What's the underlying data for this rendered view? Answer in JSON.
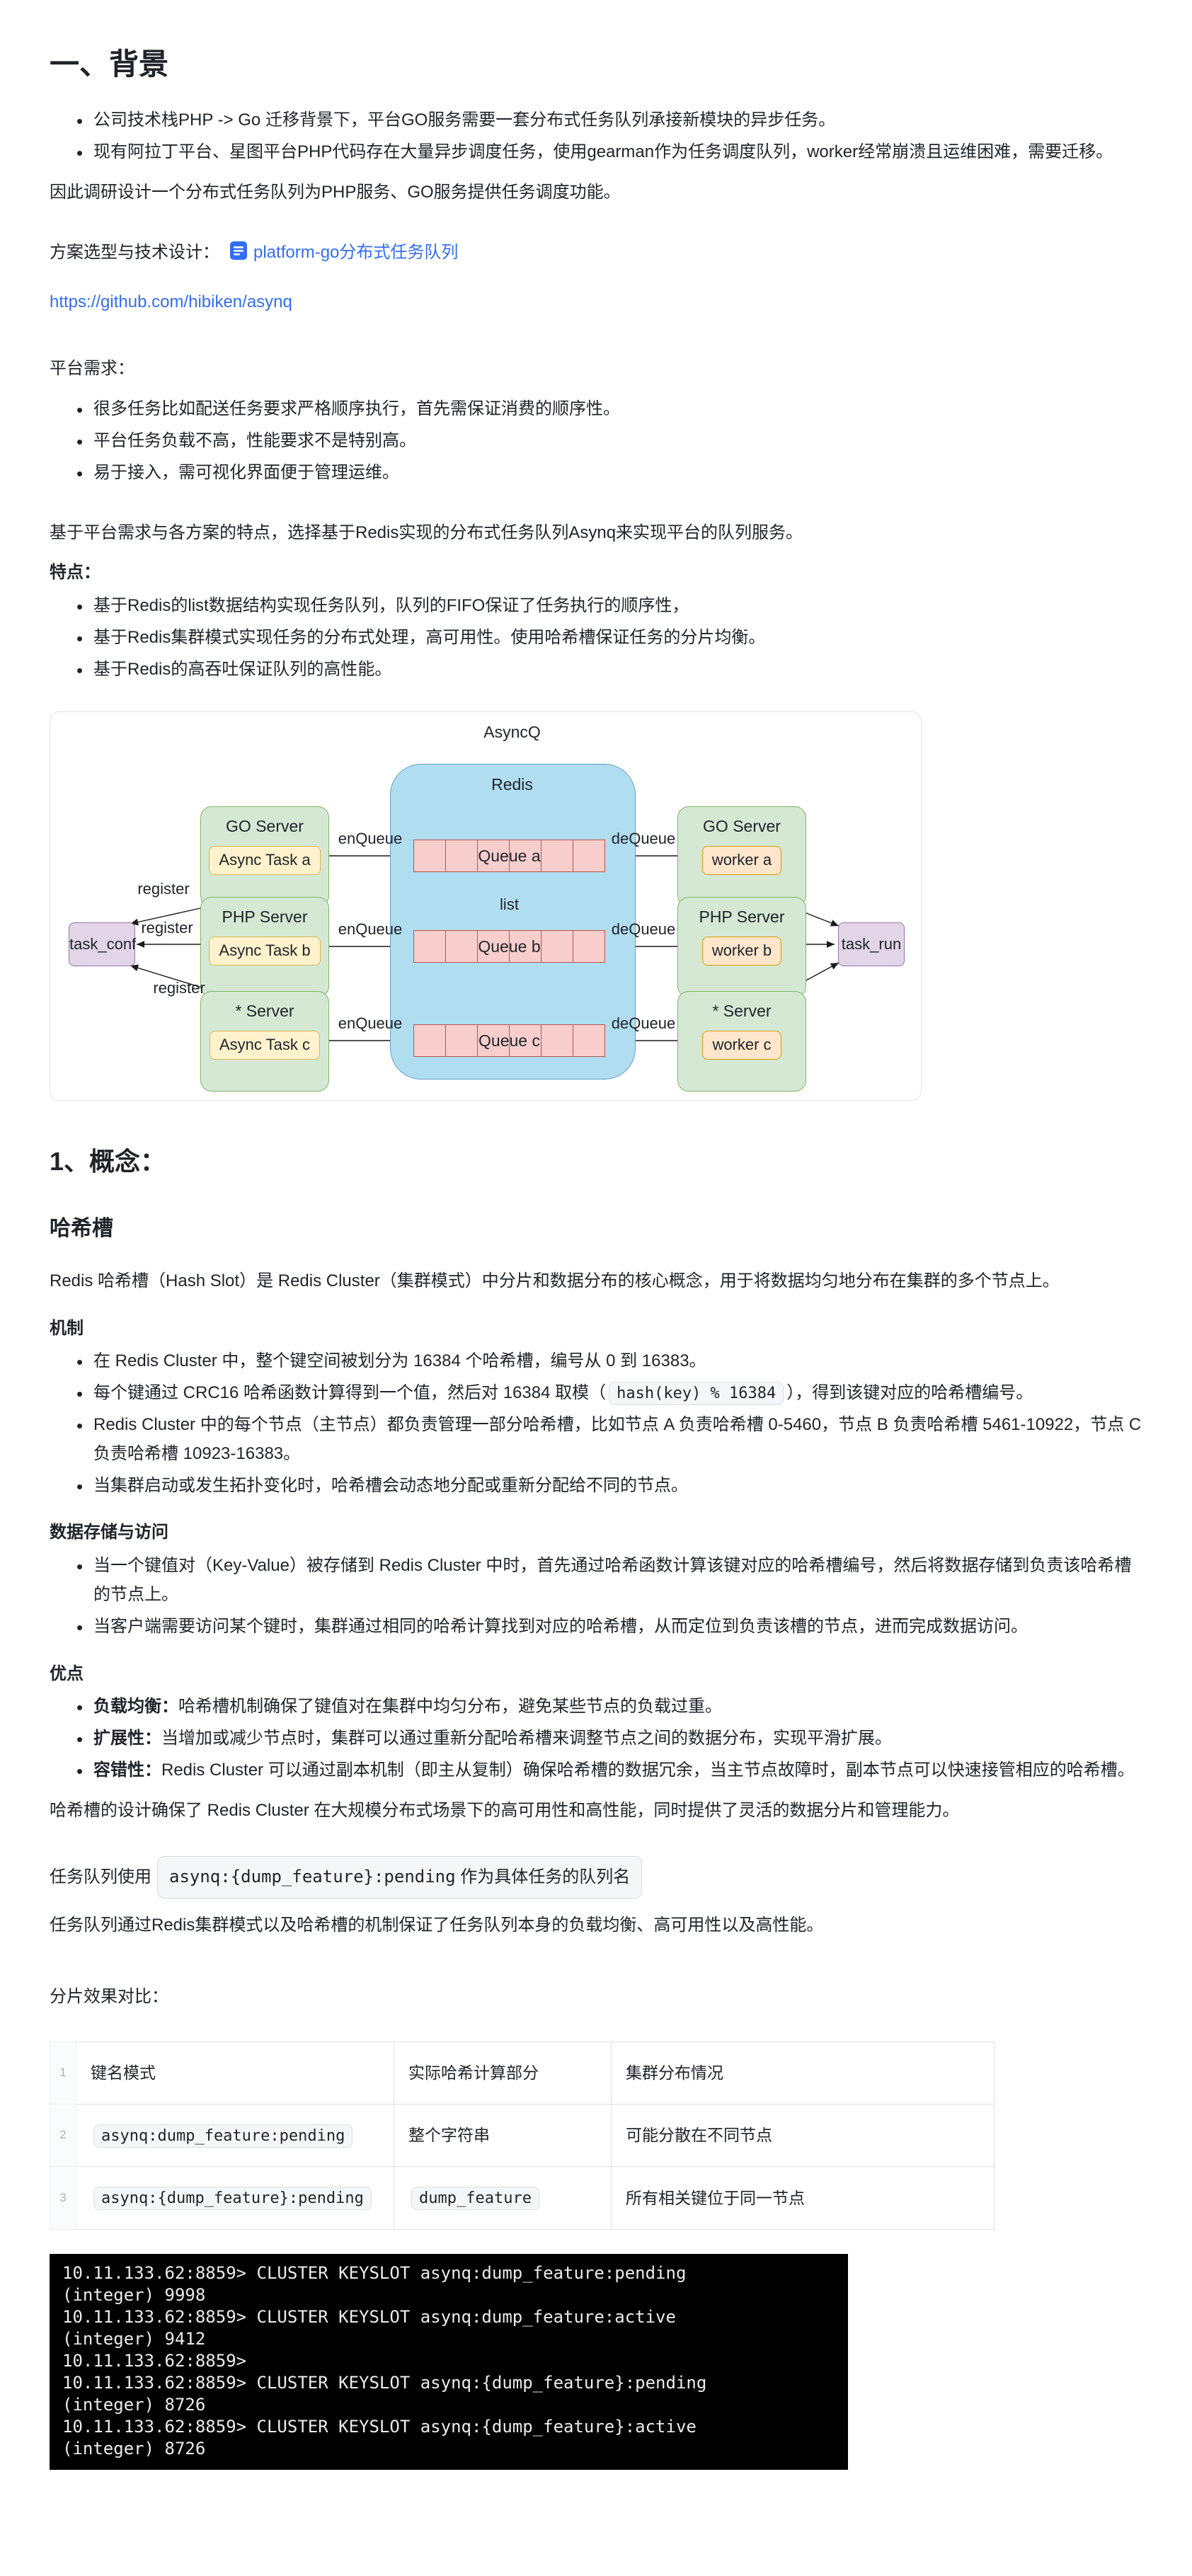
{
  "page": {
    "text_color": "#1f2329",
    "link_color": "#336df4",
    "terminal_bg": "#000000"
  },
  "background": {
    "heading": "一、背景",
    "bullets": [
      "公司技术栈PHP -> Go 迁移背景下，平台GO服务需要一套分布式任务队列承接新模块的异步任务。",
      "现有阿拉丁平台、星图平台PHP代码存在大量异步调度任务，使用gearman作为任务调度队列，worker经常崩溃且运维困难，需要迁移。"
    ],
    "conclusion": "因此调研设计一个分布式任务队列为PHP服务、GO服务提供任务调度功能。"
  },
  "plan": {
    "label": "方案选型与技术设计：",
    "doc_link": "platform-go分布式任务队列",
    "doc_icon": "doc-icon",
    "github_link": "https://github.com/hibiken/asynq"
  },
  "requirements": {
    "label": "平台需求：",
    "bullets": [
      "很多任务比如配送任务要求严格顺序执行，首先需保证消费的顺序性。",
      "平台任务负载不高，性能要求不是特别高。",
      "易于接入，需可视化界面便于管理运维。"
    ]
  },
  "selection": {
    "intro": "基于平台需求与各方案的特点，选择基于Redis实现的分布式任务队列Asynq来实现平台的队列服务。",
    "features_label": "特点：",
    "features": [
      "基于Redis的list数据结构实现任务队列，队列的FIFO保证了任务执行的顺序性，",
      "基于Redis集群模式实现任务的分布式处理，高可用性。使用哈希槽保证任务的分片均衡。",
      "基于Redis的高吞吐保证队列的高性能。"
    ]
  },
  "diagram": {
    "title": "AsyncQ",
    "redis_label": "Redis",
    "list_label": "list",
    "queues": [
      "Queue a",
      "Queue b",
      "Queue c"
    ],
    "producers": [
      {
        "name": "GO Server",
        "task": "Async Task a"
      },
      {
        "name": "PHP Server",
        "task": "Async Task b"
      },
      {
        "name": "* Server",
        "task": "Async Task c"
      }
    ],
    "consumers": [
      {
        "name": "GO Server",
        "worker": "worker a"
      },
      {
        "name": "PHP Server",
        "worker": "worker b"
      },
      {
        "name": "* Server",
        "worker": "worker c"
      }
    ],
    "task_conf": "task_conf",
    "task_run": "task_run",
    "edge_labels": {
      "register": "register",
      "enqueue": "enQueue",
      "dequeue": "deQueue"
    },
    "colors": {
      "server_box_fill": "#d5e8d4",
      "server_box_border": "#82b366",
      "task_chip_fill": "#fff2cc",
      "task_chip_border": "#d6b656",
      "worker_chip_fill": "#ffe6cc",
      "worker_chip_border": "#d79b00",
      "redis_fill": "#b1ddf0",
      "redis_border": "#62a0c2",
      "queue_cell_fill": "#f8cecc",
      "queue_cell_border": "#b85450",
      "conf_fill": "#e1d5e7",
      "conf_border": "#9673a6"
    }
  },
  "concepts": {
    "heading": "1、概念：",
    "hash_slot_heading": "哈希槽",
    "intro": "Redis 哈希槽（Hash Slot）是 Redis Cluster（集群模式）中分片和数据分布的核心概念，用于将数据均匀地分布在集群的多个节点上。",
    "mechanism": {
      "label": "机制",
      "bullet1": "在 Redis Cluster 中，整个键空间被划分为 16384 个哈希槽，编号从 0 到 16383。",
      "bullet2_before": "每个键通过 CRC16 哈希函数计算得到一个值，然后对 16384 取模（",
      "bullet2_code": "hash(key) % 16384",
      "bullet2_after": "），得到该键对应的哈希槽编号。",
      "bullet3": "Redis Cluster 中的每个节点（主节点）都负责管理一部分哈希槽，比如节点 A 负责哈希槽 0-5460，节点 B 负责哈希槽 5461-10922，节点 C 负责哈希槽 10923-16383。",
      "bullet4": "当集群启动或发生拓扑变化时，哈希槽会动态地分配或重新分配给不同的节点。"
    },
    "storage": {
      "label": "数据存储与访问",
      "bullets": [
        "当一个键值对（Key-Value）被存储到 Redis Cluster 中时，首先通过哈希函数计算该键对应的哈希槽编号，然后将数据存储到负责该哈希槽的节点上。",
        "当客户端需要访问某个键时，集群通过相同的哈希计算找到对应的哈希槽，从而定位到负责该槽的节点，进而完成数据访问。"
      ]
    },
    "advantages": {
      "label": "优点",
      "items": [
        {
          "term": "负载均衡：",
          "text": "哈希槽机制确保了键值对在集群中均匀分布，避免某些节点的负载过重。"
        },
        {
          "term": "扩展性：",
          "text": "当增加或减少节点时，集群可以通过重新分配哈希槽来调整节点之间的数据分布，实现平滑扩展。"
        },
        {
          "term": "容错性：",
          "text": "Redis Cluster 可以通过副本机制（即主从复制）确保哈希槽的数据冗余，当主节点故障时，副本节点可以快速接管相应的哈希槽。"
        }
      ]
    },
    "summary": "哈希槽的设计确保了 Redis Cluster 在大规模分布式场景下的高可用性和高性能，同时提供了灵活的数据分片和管理能力。"
  },
  "queue_naming": {
    "prefix": "任务队列使用",
    "code": "asynq:{dump_feature}:pending",
    "code_suffix": " 作为具体任务的队列名",
    "note": "任务队列通过Redis集群模式以及哈希槽的机制保证了任务队列本身的负载均衡、高可用性以及高性能。"
  },
  "sharding": {
    "label": "分片效果对比：",
    "table": {
      "header_num": "1",
      "headers": [
        "键名模式",
        "实际哈希计算部分",
        "集群分布情况"
      ],
      "rows": [
        {
          "num": "2",
          "key": "asynq:dump_feature:pending",
          "hash_part": "整个字符串",
          "distribution": "可能分散在不同节点"
        },
        {
          "num": "3",
          "key": "asynq:{dump_feature}:pending",
          "hash_part": "dump_feature",
          "distribution": "所有相关键位于同一节点"
        }
      ]
    }
  },
  "terminal": {
    "lines": [
      "10.11.133.62:8859> CLUSTER KEYSLOT asynq:dump_feature:pending",
      "(integer) 9998",
      "10.11.133.62:8859> CLUSTER KEYSLOT asynq:dump_feature:active",
      "(integer) 9412",
      "10.11.133.62:8859>",
      "10.11.133.62:8859> CLUSTER KEYSLOT asynq:{dump_feature}:pending",
      "(integer) 8726",
      "10.11.133.62:8859> CLUSTER KEYSLOT asynq:{dump_feature}:active",
      "(integer) 8726"
    ]
  }
}
